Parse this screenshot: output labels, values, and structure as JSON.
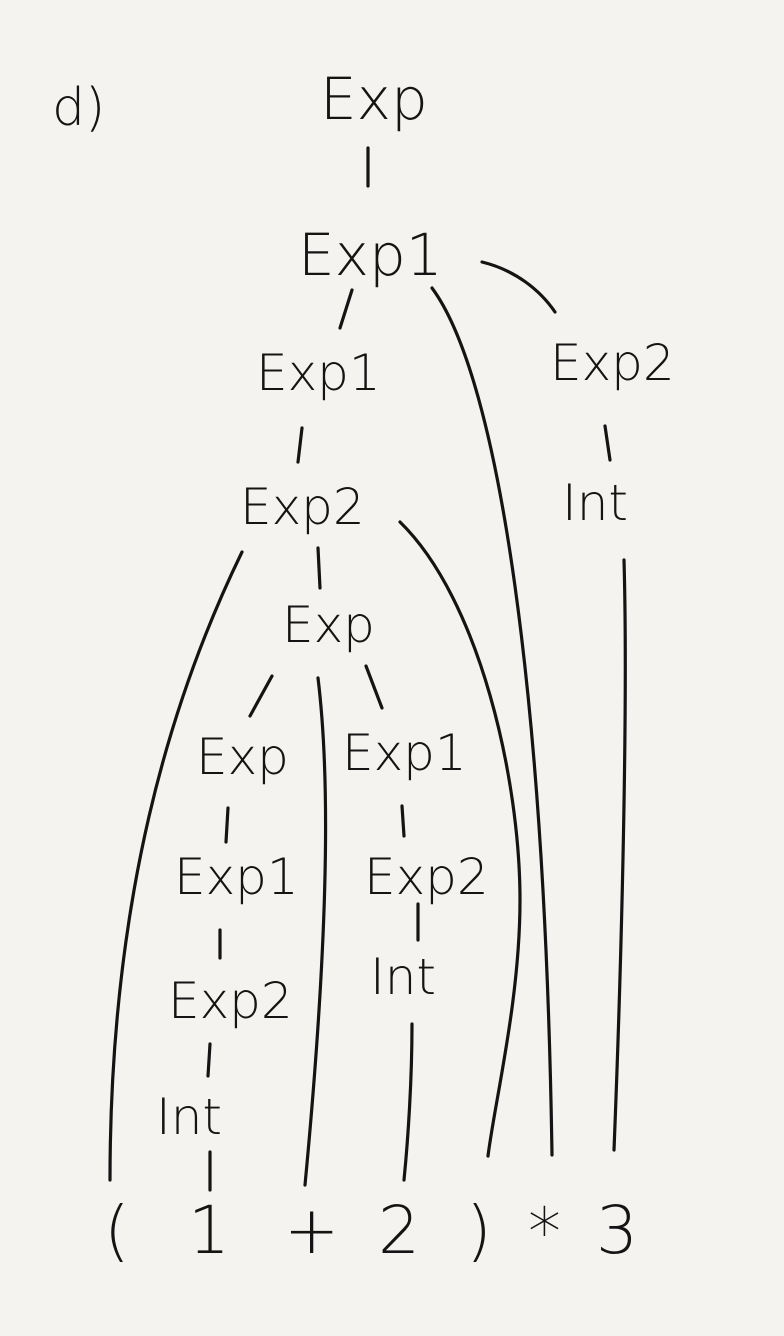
{
  "part_label": "d)",
  "nodes": [
    {
      "label": "Exp"
    },
    {
      "label": "Exp1"
    },
    {
      "label": "Exp1"
    },
    {
      "label": "Exp2"
    },
    {
      "label": "Int"
    },
    {
      "label": "Exp2"
    },
    {
      "label": "Exp"
    },
    {
      "label": "Exp"
    },
    {
      "label": "Exp1"
    },
    {
      "label": "Exp1"
    },
    {
      "label": "Exp2"
    },
    {
      "label": "Exp2"
    },
    {
      "label": "Int"
    },
    {
      "label": "Int"
    }
  ],
  "leaves": [
    "(",
    "1",
    "+",
    "2",
    ")",
    "*",
    "3"
  ]
}
